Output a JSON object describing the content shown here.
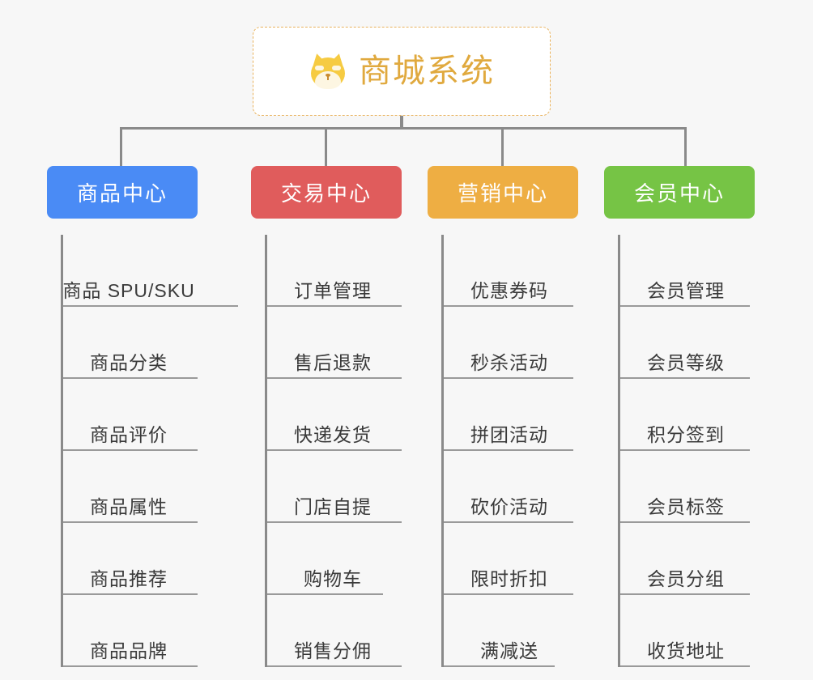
{
  "background_color": "#f7f7f7",
  "connector_color": "#8a8a8a",
  "root": {
    "title": "商城系统",
    "icon": "shiba-inu-dog-face-emoji",
    "title_color": "#e0a93e",
    "border_color": "#e9b25c",
    "background_color": "#ffffff"
  },
  "columns": [
    {
      "header": "商品中心",
      "color": "#4a8bf5",
      "items": [
        "商品 SPU/SKU",
        "商品分类",
        "商品评价",
        "商品属性",
        "商品推荐",
        "商品品牌"
      ]
    },
    {
      "header": "交易中心",
      "color": "#e05c5c",
      "items": [
        "订单管理",
        "售后退款",
        "快递发货",
        "门店自提",
        "购物车",
        "销售分佣"
      ]
    },
    {
      "header": "营销中心",
      "color": "#eeae43",
      "items": [
        "优惠券码",
        "秒杀活动",
        "拼团活动",
        "砍价活动",
        "限时折扣",
        "满减送"
      ]
    },
    {
      "header": "会员中心",
      "color": "#76c445",
      "items": [
        "会员管理",
        "会员等级",
        "积分签到",
        "会员标签",
        "会员分组",
        "收货地址"
      ]
    }
  ]
}
